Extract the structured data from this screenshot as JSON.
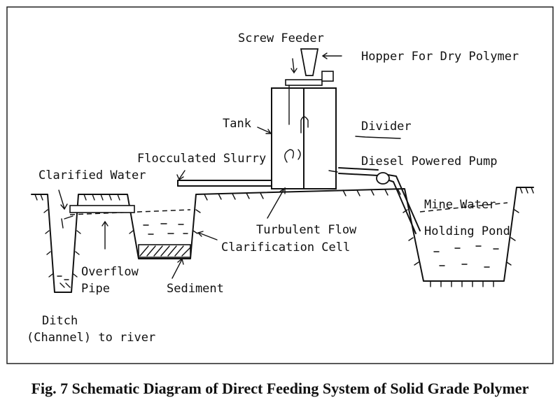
{
  "labels": {
    "screw_feeder": "Screw Feeder",
    "hopper": "Hopper For Dry Polymer",
    "tank": "Tank",
    "divider": "Divider",
    "flocculated_slurry": "Flocculated Slurry",
    "diesel_pump": "Diesel Powered Pump",
    "clarified_water": "Clarified Water",
    "mine_water": "Mine Water",
    "turbulent_flow": "Turbulent Flow",
    "holding_pond": "Holding Pond",
    "clarification_cell": "Clarification Cell",
    "overflow": "Overflow",
    "pipe": "Pipe",
    "sediment": "Sediment",
    "ditch": "Ditch",
    "channel_to_river": "(Channel) to river"
  },
  "caption": "Fig. 7  Schematic Diagram of Direct Feeding System of Solid Grade Polymer"
}
